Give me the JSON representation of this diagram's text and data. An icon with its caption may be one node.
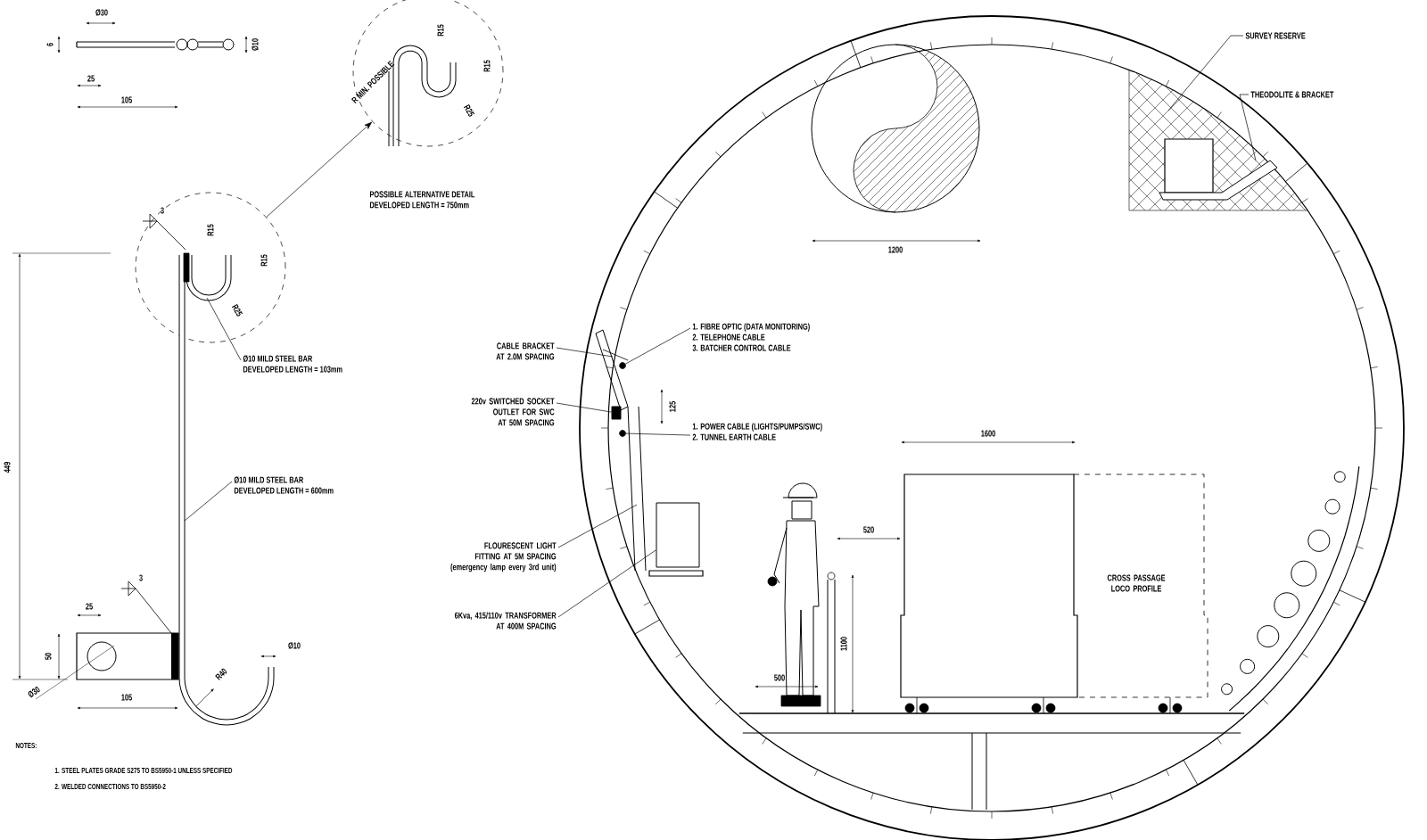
{
  "diagram": {
    "nodes": [
      {
        "text": [],
        "shape": "circle",
        "beside": [
          "POSSIBLE ALTERNATIVE DETAIL",
          "DEVELOPED LENGTH = 750mm"
        ]
      },
      {
        "text": [],
        "shape": "circle"
      },
      {
        "text": [
          "Ø10 MILD STEEL BAR",
          "DEVELOPED LENGTH = 103mm"
        ]
      },
      {
        "text": [
          "Ø10 MILD STEEL BAR",
          "DEVELOPED LENGTH = 600mm"
        ]
      },
      {
        "text": [
          "SURVEY RESERVE"
        ]
      },
      {
        "text": [
          "THEODOLITE & BRACKET"
        ]
      },
      {
        "text": [
          "CABLE BRACKET AT 2.0M SPACING"
        ]
      },
      {
        "text": [
          "1. FIBRE OPTIC (DATA MONITORING)",
          "2. TELEPHONE CABLE",
          "3. BATCHER CONTROL CABLE"
        ]
      },
      {
        "text": [
          "220v SWITCHED SOCKET OUTLET FOR SWC AT 50M SPACING"
        ]
      },
      {
        "text": [
          "1. POWER CABLE (LIGHTS/PUMPS/SWC)",
          "2. TUNNEL EARTH CABLE"
        ]
      },
      {
        "text": [
          "FLOURESCENT LIGHT FITTING AT 5M SPACING",
          "(emergency lamp every 3rd unit)"
        ]
      },
      {
        "text": [
          "6Kva, 415/110v TRANSFORMER AT 400M SPACING"
        ]
      },
      {
        "text": [
          "CROSS PASSAGE LOCO PROFILE"
        ]
      },
      {
        "text": [],
        "shape": "picture"
      },
      {
        "text": [],
        "shape": "picture"
      },
      {
        "text": [],
        "shape": "picture",
        "in": 14
      },
      {
        "text": [],
        "shape": "picture"
      },
      {
        "text": [],
        "shape": "circle"
      },
      {
        "text": [],
        "shape": "box"
      },
      {
        "text": [],
        "shape": "circle"
      },
      {
        "text": [],
        "shape": "picture"
      },
      {
        "text": [],
        "shape": "box"
      }
    ],
    "edges": [
      {
        "from": 1,
        "to": 0,
        "arrow": "to"
      },
      {
        "from": 2,
        "to": 1,
        "arrow": "none"
      },
      {
        "from": 3,
        "to": 13,
        "arrow": "none"
      },
      {
        "from": 4,
        "to": 14,
        "arrow": "none"
      },
      {
        "from": 5,
        "to": 15,
        "arrow": "none"
      },
      {
        "from": 6,
        "to": 16,
        "arrow": "none"
      },
      {
        "from": 7,
        "to": 17,
        "arrow": "none"
      },
      {
        "from": 8,
        "to": 18,
        "arrow": "none"
      },
      {
        "from": 9,
        "to": 19,
        "arrow": "none"
      },
      {
        "from": 10,
        "to": 20,
        "arrow": "none"
      },
      {
        "from": 11,
        "to": 21,
        "arrow": "none"
      }
    ],
    "labels": [
      "Ø30",
      "6",
      "25",
      "105",
      "Ø10",
      "R MIN. POSSIBLE",
      "R15",
      "R15",
      "R25",
      "3",
      "R15",
      "R15",
      "R25",
      "449",
      "3",
      "25",
      "50",
      "Ø30",
      "105",
      "R40",
      "Ø10",
      "NOTES:",
      "1. STEEL PLATES GRADE S275 TO BS5950-1 UNLESS SPECIFIED",
      "2. WELDED CONNECTIONS TO BS5950-2",
      "1200",
      "125",
      "1600",
      "520",
      "1100",
      "500"
    ]
  }
}
